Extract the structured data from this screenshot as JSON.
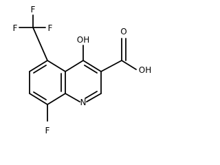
{
  "molecule": {
    "labels": {
      "f_top": "F",
      "f_left": "F",
      "f_right": "F",
      "oh_top": "OH",
      "o_carbonyl": "O",
      "oh_acid": "OH",
      "n_ring": "N",
      "f_bottom": "F"
    },
    "colors": {
      "bond": "#000000",
      "text": "#000000",
      "background": "#ffffff"
    }
  }
}
